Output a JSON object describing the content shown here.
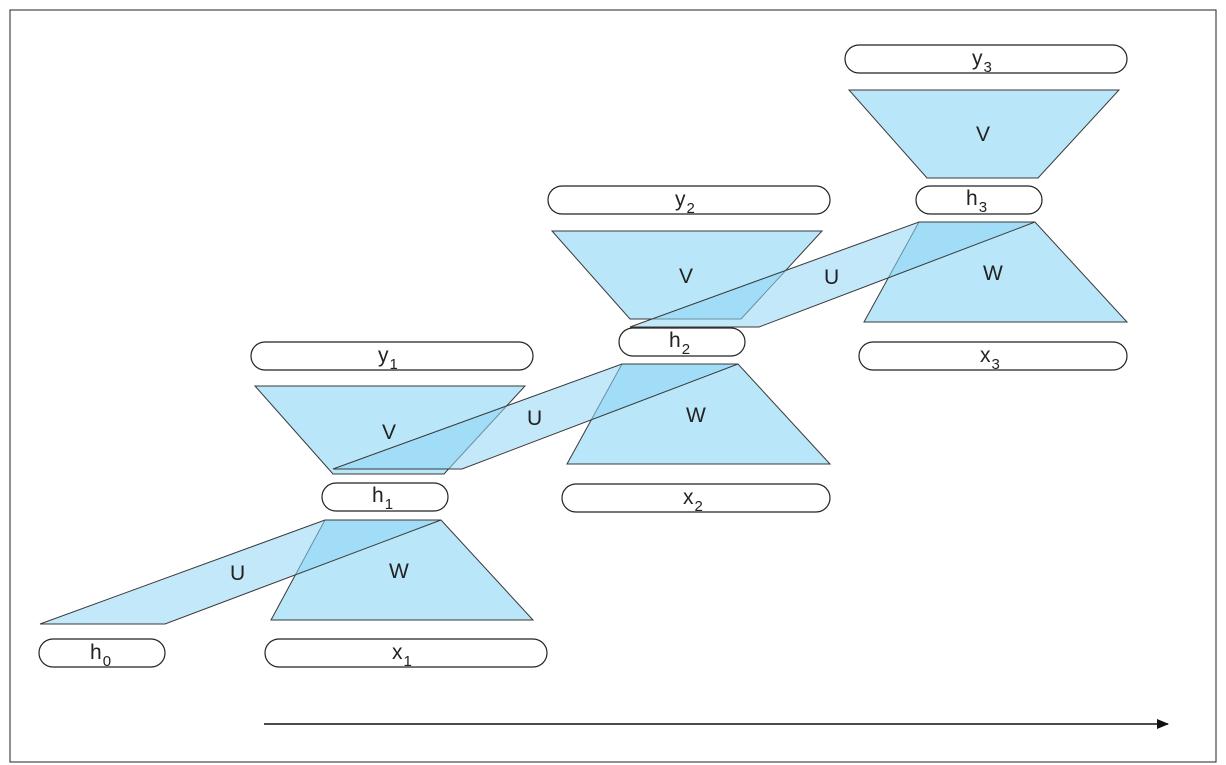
{
  "diagram": {
    "colors": {
      "shape_fill": "#b4e4f8",
      "band_fill": "#8fd6f6",
      "stroke": "#3a3a3a",
      "background": "#ffffff"
    },
    "hidden_states": [
      {
        "base": "h",
        "sub": "0"
      },
      {
        "base": "h",
        "sub": "1"
      },
      {
        "base": "h",
        "sub": "2"
      },
      {
        "base": "h",
        "sub": "3"
      }
    ],
    "inputs": [
      {
        "base": "x",
        "sub": "1"
      },
      {
        "base": "x",
        "sub": "2"
      },
      {
        "base": "x",
        "sub": "3"
      }
    ],
    "outputs": [
      {
        "base": "y",
        "sub": "1"
      },
      {
        "base": "y",
        "sub": "2"
      },
      {
        "base": "y",
        "sub": "3"
      }
    ],
    "weights": {
      "input": "W",
      "output": "V",
      "recurrent": "U"
    },
    "time_axis": {
      "direction": "right"
    }
  }
}
